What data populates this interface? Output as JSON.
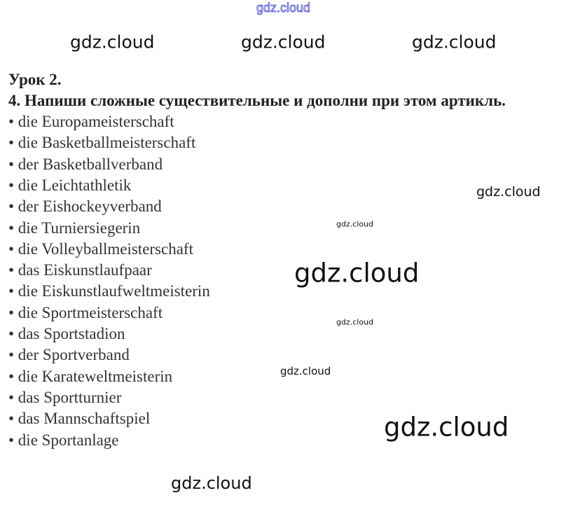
{
  "lesson": "Урок 2.",
  "task": "4. Напиши сложные существительные и дополни при этом артикль.",
  "items": [
    "die Europameisterschaft",
    "die Basketballmeisterschaft",
    "der Basketballverband",
    "die Leichtathletik",
    "der Eishockeyverband",
    "die Turniersiegerin",
    "die Volleyballmeisterschaft",
    "das Eiskunstlaufpaar",
    "die Eiskunstlaufweltmeisterin",
    "die Sportmeisterschaft",
    "das Sportstadion",
    "der Sportverband",
    "die Karateweltmeisterin",
    "das Sportturnier",
    "das Mannschaftspiel",
    "die Sportanlage"
  ],
  "watermark": "gdz.cloud"
}
